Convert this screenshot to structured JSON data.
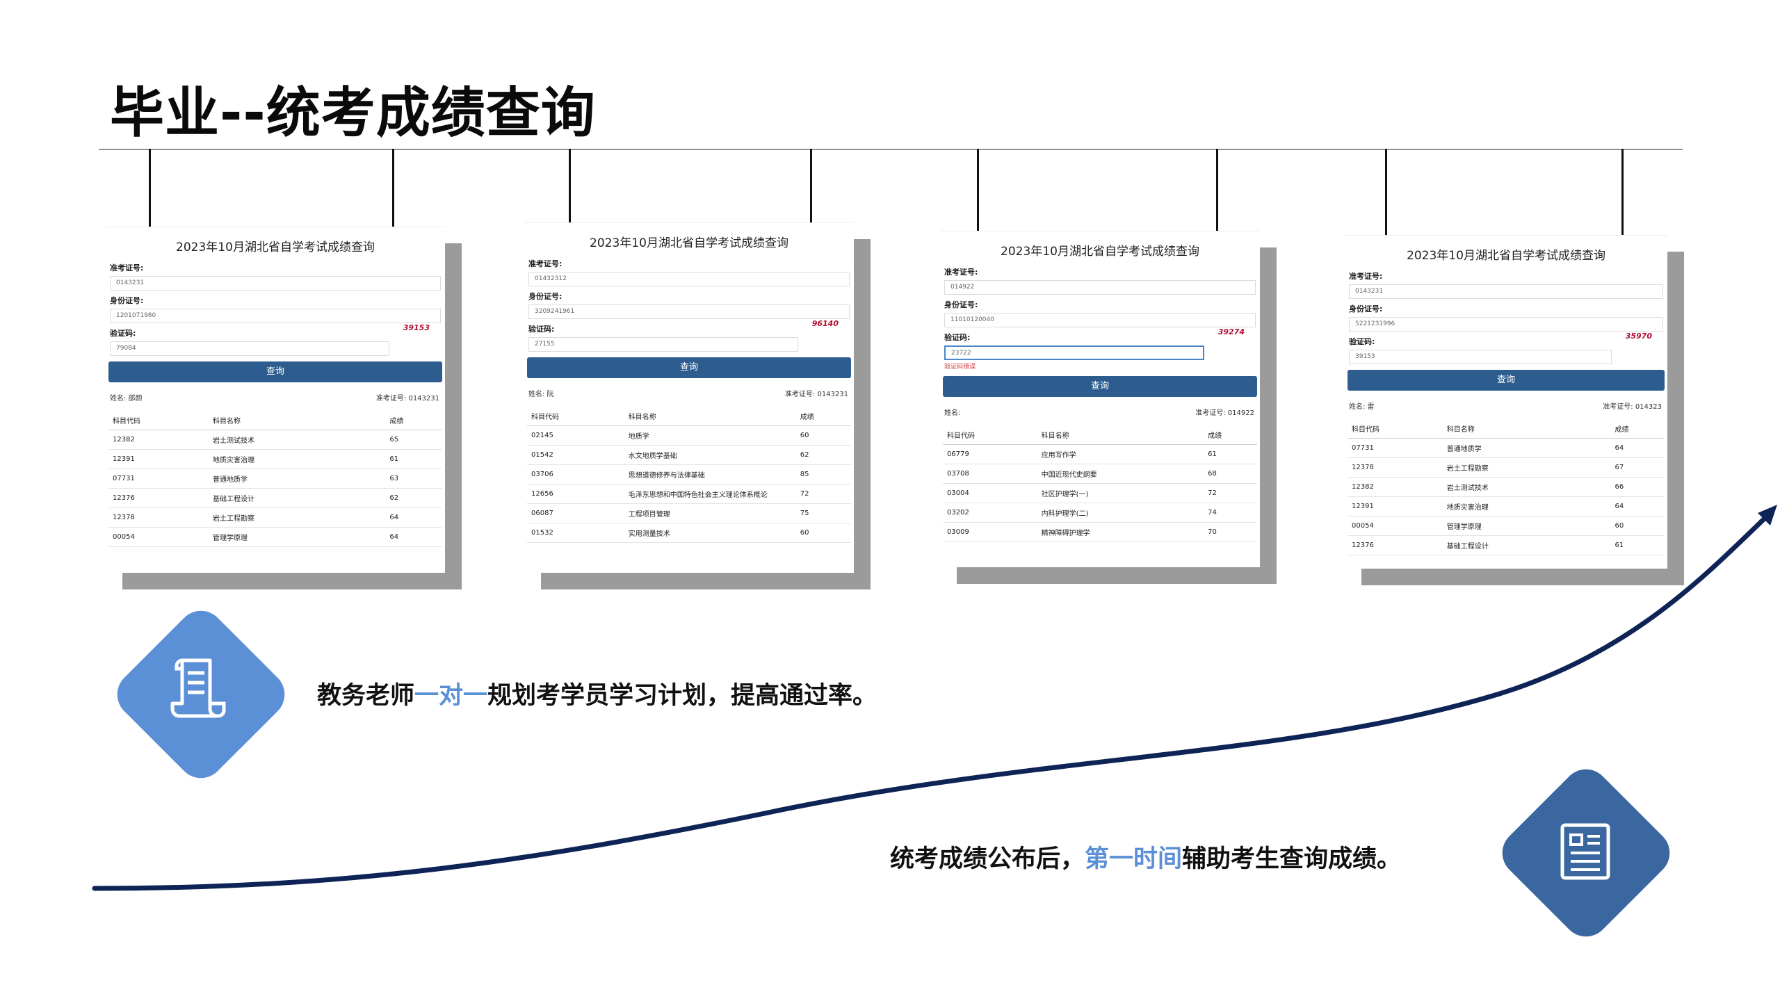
{
  "title": "毕业--统考成绩查询",
  "colors": {
    "navy": "#0f2456",
    "blue_light": "#5b8fd6",
    "blue_dark": "#3a679f",
    "button": "#2d5d8f"
  },
  "cards": [
    {
      "title": "2023年10月湖北省自学考试成绩查询",
      "labels": {
        "ticket": "准考证号:",
        "id": "身份证号:",
        "captcha": "验证码:"
      },
      "ticket_value": "0143231",
      "id_value": "1201071980",
      "captcha_input": "79084",
      "captcha_code": "39153",
      "button": "查询",
      "name_label": "姓名: 邵颜",
      "ticket_label": "准考证号: 0143231",
      "headers": [
        "科目代码",
        "科目名称",
        "成绩"
      ],
      "rows": [
        [
          "12382",
          "岩土测试技术",
          "65"
        ],
        [
          "12391",
          "地质灾害治理",
          "61"
        ],
        [
          "07731",
          "普通地质学",
          "63"
        ],
        [
          "12376",
          "基础工程设计",
          "62"
        ],
        [
          "12378",
          "岩土工程勘察",
          "64"
        ],
        [
          "00054",
          "管理学原理",
          "64"
        ]
      ]
    },
    {
      "title": "2023年10月湖北省自学考试成绩查询",
      "labels": {
        "ticket": "准考证号:",
        "id": "身份证号:",
        "captcha": "验证码:"
      },
      "ticket_value": "01432312",
      "id_value": "3209241961",
      "captcha_input": "27155",
      "captcha_code": "96140",
      "button": "查询",
      "name_label": "姓名: 阮",
      "ticket_label": "准考证号: 0143231",
      "headers": [
        "科目代码",
        "科目名称",
        "成绩"
      ],
      "rows": [
        [
          "02145",
          "地质学",
          "60"
        ],
        [
          "01542",
          "水文地质学基础",
          "62"
        ],
        [
          "03706",
          "思想道德修养与法律基础",
          "85"
        ],
        [
          "12656",
          "毛泽东思想和中国特色社会主义理论体系概论",
          "72"
        ],
        [
          "06087",
          "工程项目管理",
          "75"
        ],
        [
          "01532",
          "实用测量技术",
          "60"
        ]
      ]
    },
    {
      "title": "2023年10月湖北省自学考试成绩查询",
      "labels": {
        "ticket": "准考证号:",
        "id": "身份证号:",
        "captcha": "验证码:"
      },
      "ticket_value": "014922",
      "id_value": "11010120040",
      "captcha_input": "23722",
      "captcha_code": "39274",
      "error": "验证码错误",
      "button": "查询",
      "name_label": "姓名:",
      "ticket_label": "准考证号: 014922",
      "headers": [
        "科目代码",
        "科目名称",
        "成绩"
      ],
      "rows": [
        [
          "06779",
          "应用写作学",
          "61"
        ],
        [
          "03708",
          "中国近现代史纲要",
          "68"
        ],
        [
          "03004",
          "社区护理学(一)",
          "72"
        ],
        [
          "03202",
          "内科护理学(二)",
          "74"
        ],
        [
          "03009",
          "精神障碍护理学",
          "70"
        ]
      ]
    },
    {
      "title": "2023年10月湖北省自学考试成绩查询",
      "labels": {
        "ticket": "准考证号:",
        "id": "身份证号:",
        "captcha": "验证码:"
      },
      "ticket_value": "0143231",
      "id_value": "5221231996",
      "captcha_input": "39153",
      "captcha_code": "35970",
      "button": "查询",
      "name_label": "姓名: 雷",
      "ticket_label": "准考证号: 014323",
      "headers": [
        "科目代码",
        "科目名称",
        "成绩"
      ],
      "rows": [
        [
          "07731",
          "普通地质学",
          "64"
        ],
        [
          "12378",
          "岩土工程勘察",
          "67"
        ],
        [
          "12382",
          "岩土测试技术",
          "66"
        ],
        [
          "12391",
          "地质灾害治理",
          "64"
        ],
        [
          "00054",
          "管理学原理",
          "60"
        ],
        [
          "12376",
          "基础工程设计",
          "61"
        ]
      ]
    }
  ],
  "caption1": {
    "a": "教务老师",
    "b": "一对一",
    "c": "规划考学员学习计划，提高通过率。"
  },
  "caption2": {
    "a": "统考成绩公布后，",
    "b": "第一时间",
    "c": "辅助考生查询成绩。"
  },
  "icons": {
    "left": "scroll-document-icon",
    "right": "list-document-icon"
  }
}
